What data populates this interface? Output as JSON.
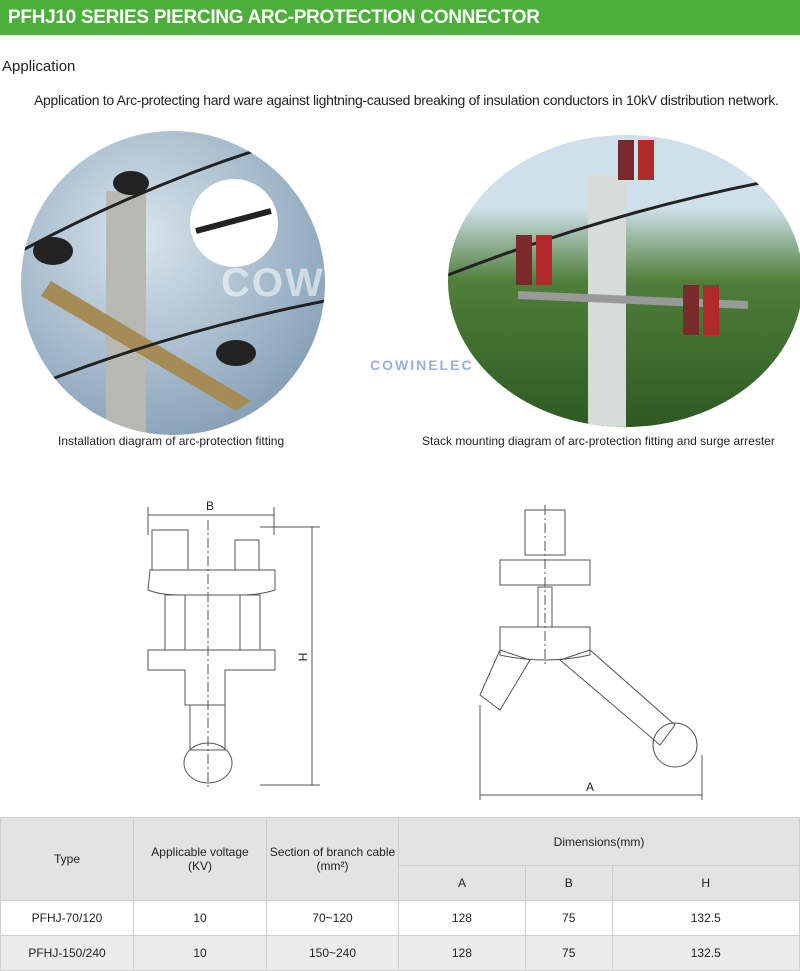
{
  "header": {
    "title": "PFHJ10 SERIES PIERCING ARC-PROTECTION CONNECTOR"
  },
  "section": {
    "title": "Application",
    "text": "Application to Arc-protecting hard ware against lightning-caused breaking of insulation conductors in 10kV distribution network."
  },
  "photos": [
    {
      "caption": "Installation diagram of arc-protection fitting"
    },
    {
      "caption": "Stack mounting diagram of arc-protection fitting and surge arrester"
    }
  ],
  "watermark": "COWINELEC",
  "drawings": {
    "left": {
      "dim_b": "B",
      "dim_h": "H"
    },
    "right": {
      "dim_a": "A"
    }
  },
  "table": {
    "headers": {
      "type": "Type",
      "voltage": "Applicable voltage",
      "voltage_unit": "(KV)",
      "section": "Section of branch cable",
      "section_unit": "(mm²)",
      "dimensions": "Dimensions(mm)",
      "a": "A",
      "b": "B",
      "h": "H"
    },
    "rows": [
      {
        "type": "PFHJ-70/120",
        "voltage": "10",
        "section": "70~120",
        "a": "128",
        "b": "75",
        "h": "132.5"
      },
      {
        "type": "PFHJ-150/240",
        "voltage": "10",
        "section": "150~240",
        "a": "128",
        "b": "75",
        "h": "132.5"
      }
    ]
  }
}
